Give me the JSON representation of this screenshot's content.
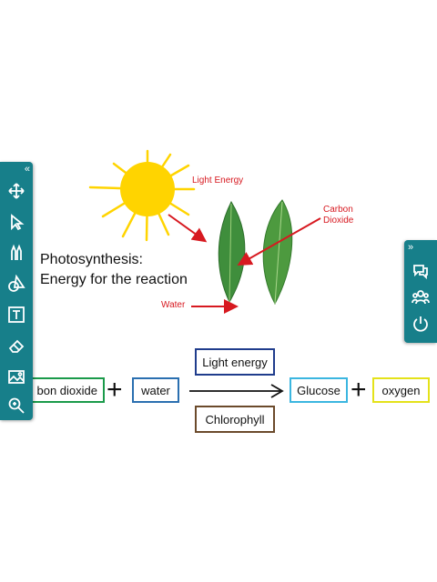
{
  "diagram": {
    "title_lines": "Photosynthesis:\nEnergy for the reaction",
    "labels": {
      "light_energy": "Light Energy",
      "carbon_dioxide": "Carbon\nDioxide",
      "water": "Water"
    },
    "equation": {
      "reactant_1": "bon dioxide",
      "reactant_2": "water",
      "plus": "+",
      "condition_top": "Light energy",
      "condition_bottom": "Chlorophyll",
      "product_1": "Glucose",
      "product_2": "oxygen"
    }
  },
  "toolbar_left": {
    "collapse": "«",
    "tools": [
      "move-icon",
      "pointer-icon",
      "pens-icon",
      "shapes-icon",
      "text-icon",
      "eraser-icon",
      "image-icon",
      "zoom-icon"
    ]
  },
  "toolbar_right": {
    "collapse": "»",
    "tools": [
      "chat-icon",
      "users-icon",
      "power-icon"
    ]
  },
  "colors": {
    "toolbar": "#177f8a",
    "sun": "#ffd400",
    "label_red": "#d71920",
    "box_green": "#1a9a4a",
    "box_blue": "#2a6fb0",
    "box_navy": "#1f3c8c",
    "box_brown": "#6b4a2b",
    "box_cyan": "#3bb6e0",
    "box_yellow": "#e4e21a"
  }
}
